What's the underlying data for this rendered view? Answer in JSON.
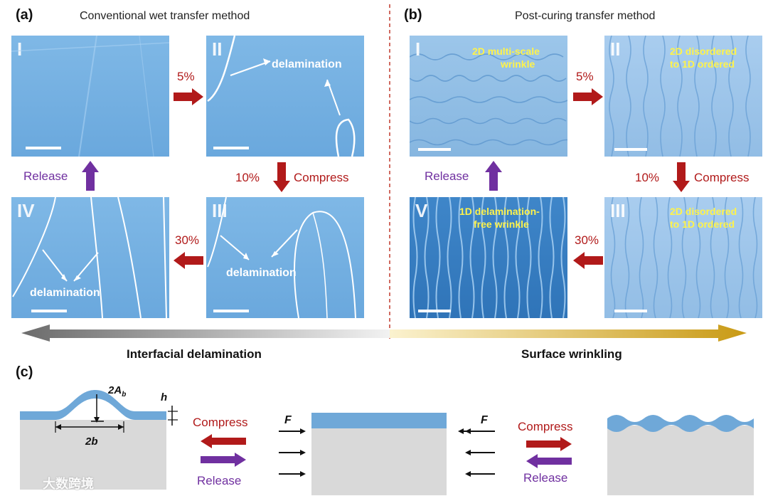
{
  "panel_a": {
    "label": "(a)",
    "title": "Conventional wet transfer method",
    "images": [
      "I",
      "II",
      "III",
      "IV"
    ],
    "annotations": {
      "delamination": "delamination"
    },
    "steps": {
      "s1": "5%",
      "s2": "10%",
      "s3": "30%"
    },
    "compress": "Compress",
    "release": "Release"
  },
  "panel_b": {
    "label": "(b)",
    "title": "Post-curing transfer method",
    "images": [
      "I",
      "II",
      "III",
      "V"
    ],
    "captions": {
      "img1": [
        "2D multi-scale",
        "wrinkle"
      ],
      "img2": [
        "2D disordered",
        "to 1D ordered"
      ],
      "img3": [
        "2D disordered",
        "to 1D ordered"
      ],
      "img4": [
        "1D delamination-",
        "free wrinkle"
      ]
    },
    "steps": {
      "s1": "5%",
      "s2": "10%",
      "s3": "30%"
    },
    "compress": "Compress",
    "release": "Release"
  },
  "gradient_bar": {
    "left_label": "Interfacial delamination",
    "right_label": "Surface wrinkling"
  },
  "panel_c": {
    "label": "(c)",
    "dims": {
      "amplitude": "2A",
      "amplitude_sub": "b",
      "wavelength": "2b",
      "thickness": "h"
    },
    "force_left": "F",
    "force_right": "F",
    "left_compress": "Compress",
    "left_release": "Release",
    "right_compress": "Compress",
    "right_release": "Release"
  },
  "watermark": "大数跨境",
  "colors": {
    "red": "#b11a1a",
    "purple": "#7030a0",
    "film_blue": "#6fa8d8",
    "substrate_gray": "#d9d9d9",
    "divider_red": "#c0392b"
  }
}
